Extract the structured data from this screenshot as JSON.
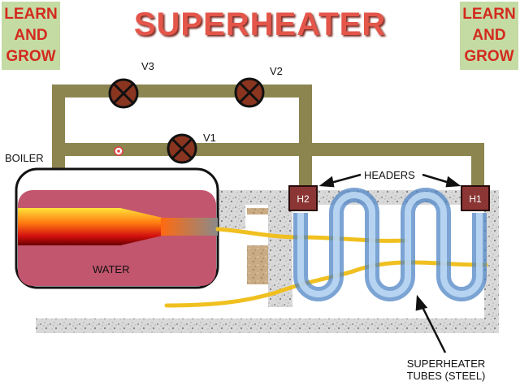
{
  "badges": {
    "left": "LEARN AND GROW",
    "right": "LEARN AND GROW"
  },
  "title": "SUPERHEATER",
  "labels": {
    "boiler": "BOILER",
    "water": "WATER",
    "headers": "HEADERS",
    "tubes_line1": "SUPERHEATER",
    "tubes_line2": "TUBES (STEEL)"
  },
  "valves": {
    "v1": "V1",
    "v2": "V2",
    "v3": "V3"
  },
  "header_tags": {
    "h1": "H1",
    "h2": "H2"
  },
  "colors": {
    "pipe": "#8c8550",
    "boiler_body": "#c2566e",
    "header_box": "#8b3535",
    "tube": "#8ab8e6",
    "flue_gas": "#f0c020",
    "title": "#e4564a",
    "badge_bg": "#c4dba4",
    "badge_text": "#d32a1e"
  }
}
